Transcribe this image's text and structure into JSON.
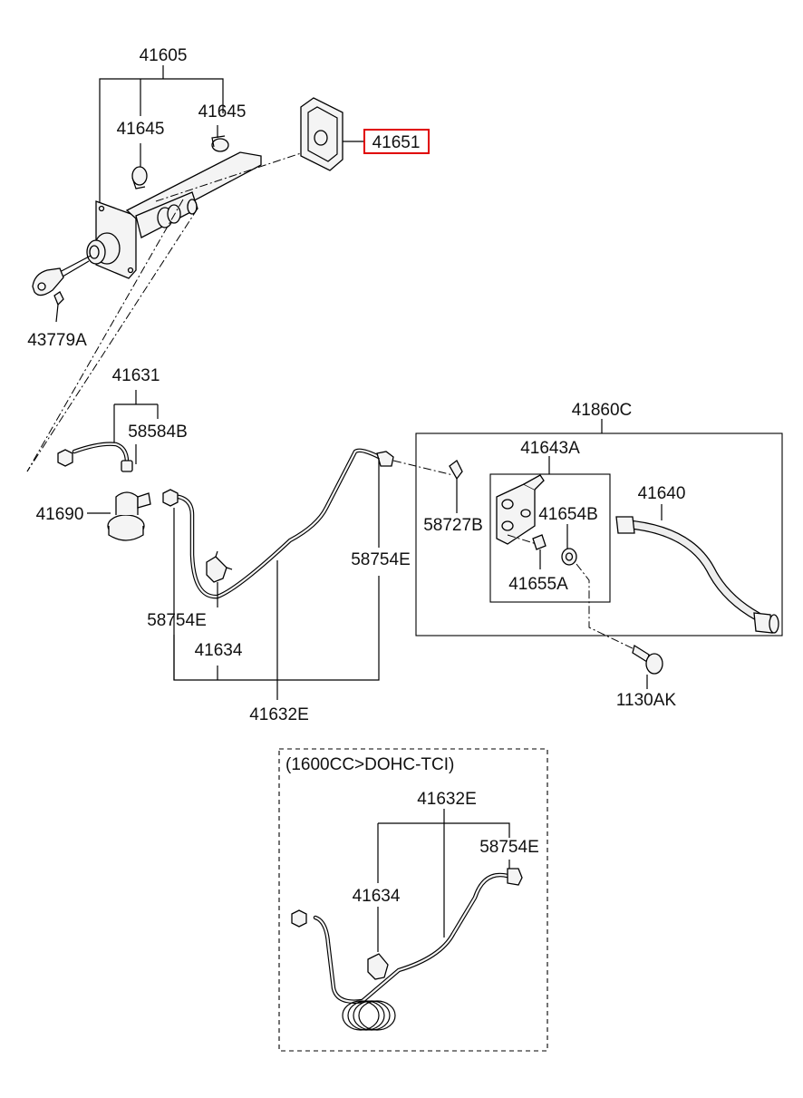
{
  "labels": {
    "p41605": "41605",
    "p41645_left": "41645",
    "p41645_right": "41645",
    "p41651": "41651",
    "p43779A": "43779A",
    "p41631": "41631",
    "p58584B": "58584B",
    "p41690": "41690",
    "p41860C": "41860C",
    "p41643A": "41643A",
    "p41640": "41640",
    "p58727B": "58727B",
    "p41654B": "41654B",
    "p58754E_mid": "58754E",
    "p41655A": "41655A",
    "p58754E_left": "58754E",
    "p41634": "41634",
    "p1130AK": "1130AK",
    "p41632E": "41632E"
  },
  "variant": {
    "title": "(1600CC>DOHC-TCI)",
    "p41632E": "41632E",
    "p58754E": "58754E",
    "p41634": "41634"
  },
  "highlight_color": "#e00000"
}
